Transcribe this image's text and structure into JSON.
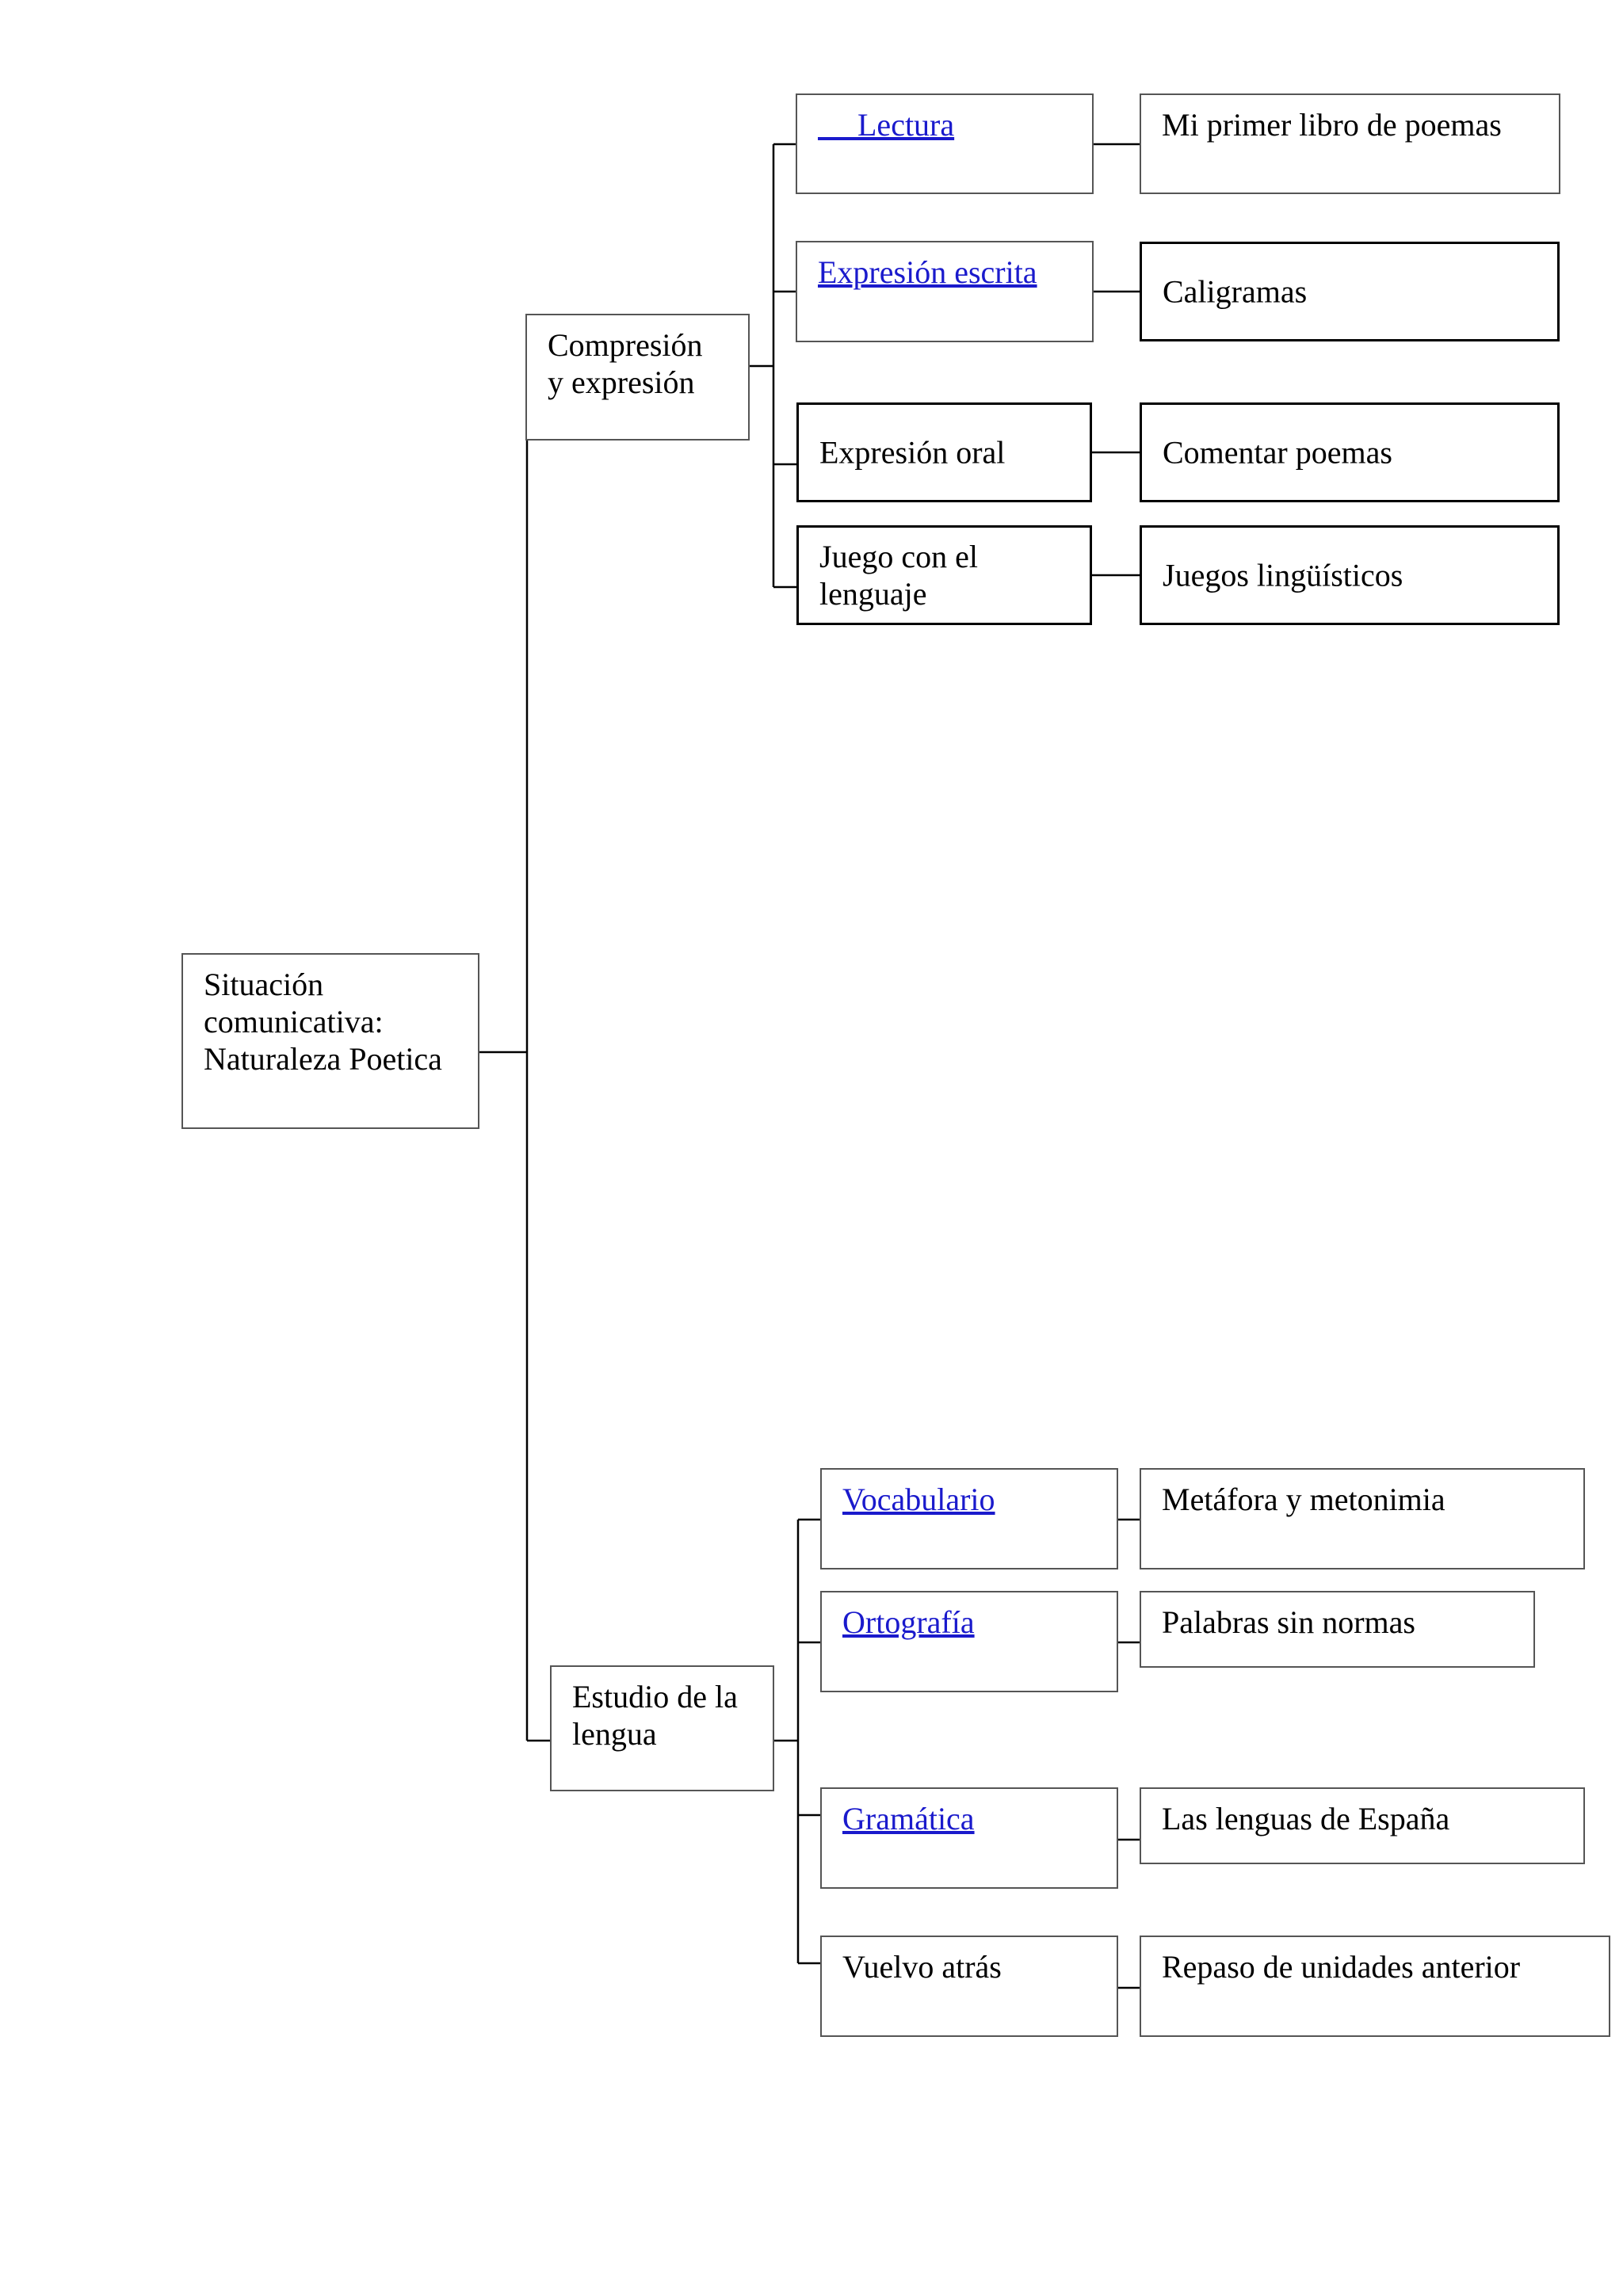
{
  "root": {
    "label": "Situación\ncomunicativa:\nNaturaleza Poetica"
  },
  "branch_compresion": {
    "label": "Compresión\ny expresión"
  },
  "branch_estudio": {
    "label": "Estudio de la\nlengua"
  },
  "compresion_items": [
    {
      "label": "     Lectura",
      "is_link": true,
      "target": "Mi primer libro de poemas"
    },
    {
      "label": "Expresión escrita",
      "is_link": true,
      "target": "Caligramas"
    },
    {
      "label": "Expresión oral",
      "is_link": false,
      "target": "Comentar poemas"
    },
    {
      "label": "Juego con el\nlenguaje",
      "is_link": false,
      "target": "Juegos lingüísticos"
    }
  ],
  "estudio_items": [
    {
      "label": "Vocabulario",
      "is_link": true,
      "target": "Metáfora y metonimia"
    },
    {
      "label": "Ortografía",
      "is_link": true,
      "target": "Palabras sin normas"
    },
    {
      "label": "Gramática",
      "is_link": true,
      "target": "Las lenguas de España"
    },
    {
      "label": "Vuelvo atrás",
      "is_link": false,
      "target": "Repaso de unidades anterior"
    }
  ],
  "colors": {
    "link": "#1a1acc",
    "line": "#000000",
    "border": "#555555"
  }
}
